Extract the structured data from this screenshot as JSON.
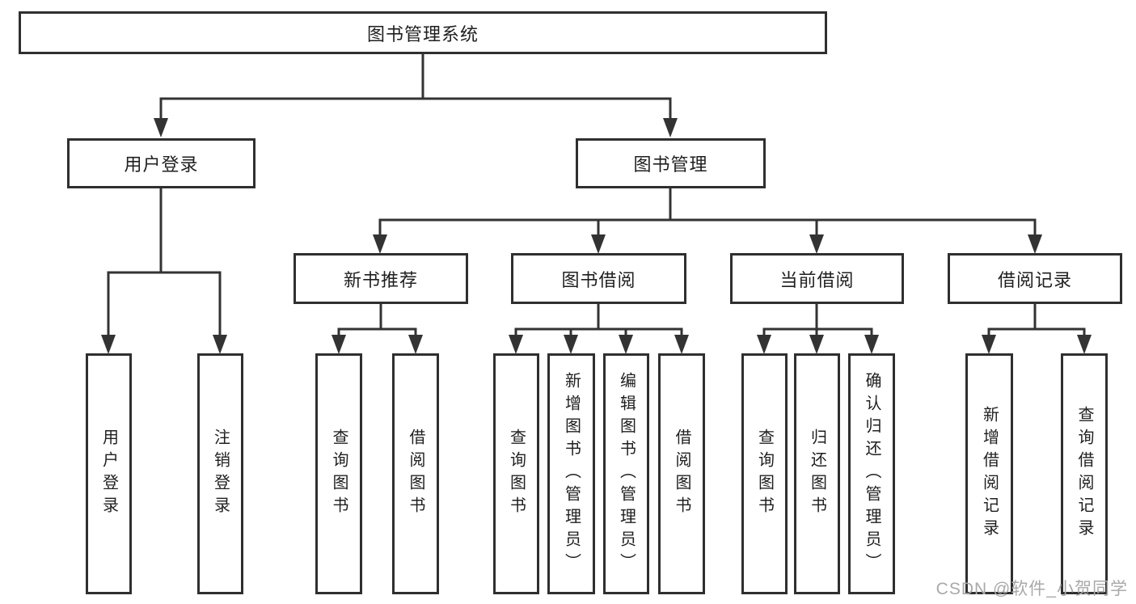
{
  "diagram_type": "hierarchy-tree",
  "colors": {
    "line": "#333333",
    "node_border": "#2f2f2f",
    "node_fill": "#ffffff",
    "text": "#1f1f1f",
    "watermark": "#a9a9a9",
    "background": "#ffffff"
  },
  "tree": {
    "label": "图书管理系统",
    "children": [
      {
        "label": "用户登录",
        "children": [
          {
            "label": "用户登录"
          },
          {
            "label": "注销登录"
          }
        ]
      },
      {
        "label": "图书管理",
        "children": [
          {
            "label": "新书推荐",
            "children": [
              {
                "label": "查询图书"
              },
              {
                "label": "借阅图书"
              }
            ]
          },
          {
            "label": "图书借阅",
            "children": [
              {
                "label": "查询图书"
              },
              {
                "label": "新增图书（管理员）"
              },
              {
                "label": "编辑图书（管理员）"
              },
              {
                "label": "借阅图书"
              }
            ]
          },
          {
            "label": "当前借阅",
            "children": [
              {
                "label": "查询图书"
              },
              {
                "label": "归还图书"
              },
              {
                "label": "确认归还（管理员）"
              }
            ]
          },
          {
            "label": "借阅记录",
            "children": [
              {
                "label": "新增借阅记录"
              },
              {
                "label": "查询借阅记录"
              }
            ]
          }
        ]
      }
    ]
  },
  "watermark": "CSDN @软件_小贺同学"
}
